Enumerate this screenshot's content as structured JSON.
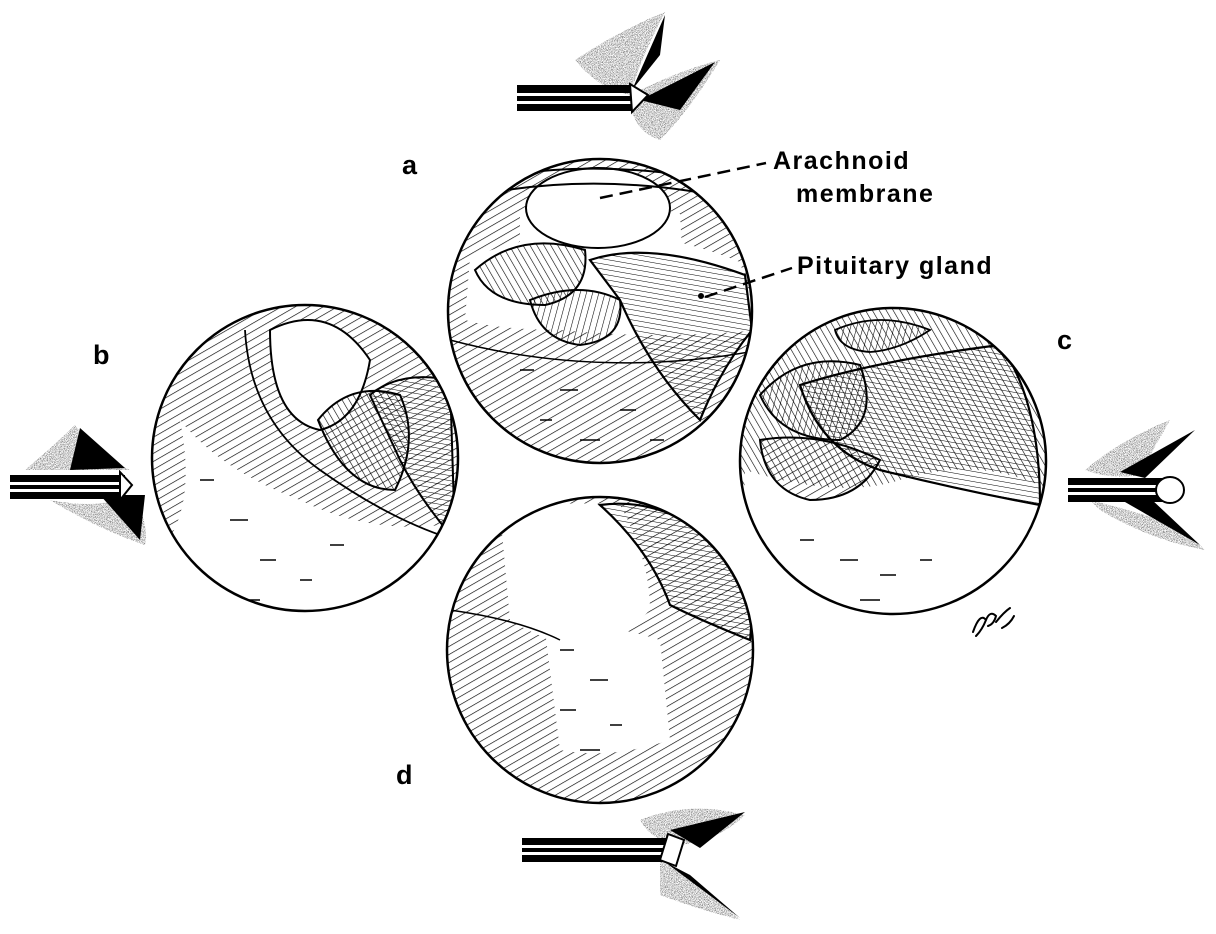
{
  "labels": {
    "panel_a": "a",
    "panel_b": "b",
    "panel_c": "c",
    "panel_d": "d",
    "arachnoid_line1": "Arachnoid",
    "arachnoid_line2": "membrane",
    "pituitary": "Pituitary gland"
  },
  "signature": "JPC",
  "colors": {
    "ink": "#000000",
    "paper": "#ffffff"
  }
}
